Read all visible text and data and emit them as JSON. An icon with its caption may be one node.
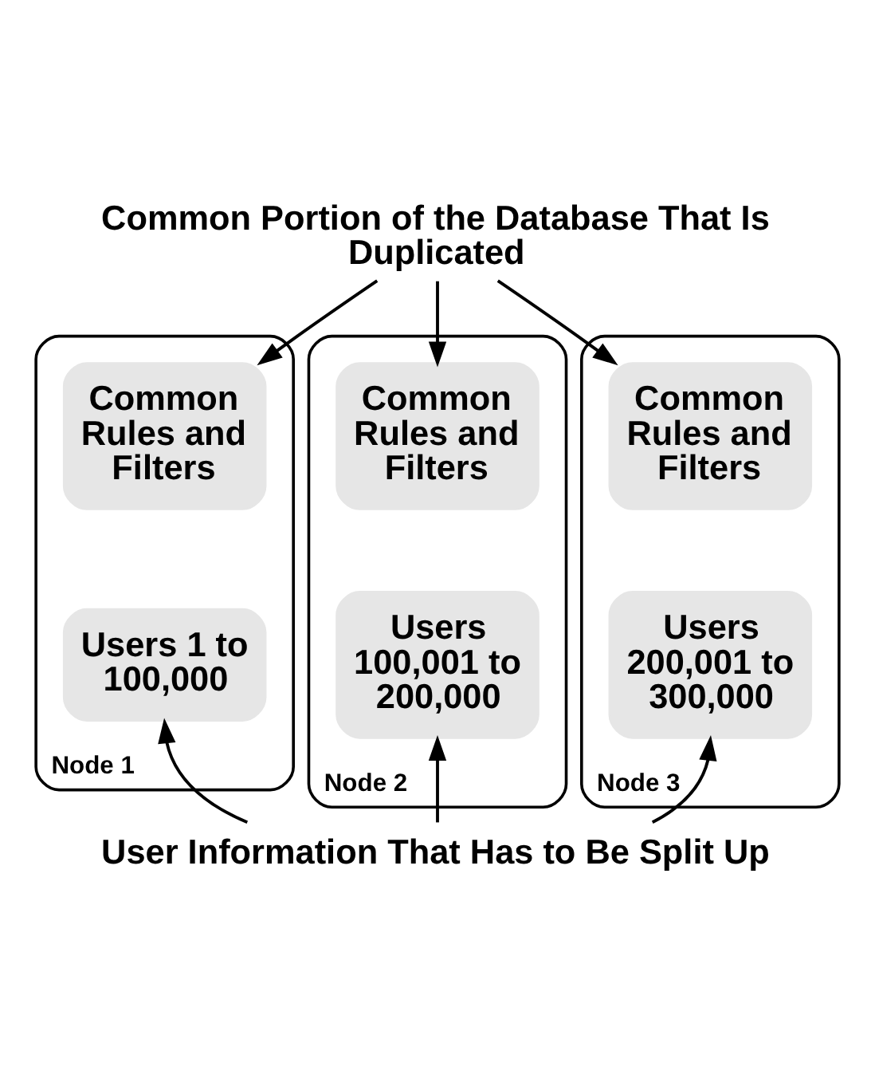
{
  "diagram": {
    "nodes": [
      {
        "text": [
          "Common Portion of the Database That Is Duplicated"
        ]
      },
      {
        "text": [
          "Node 1"
        ]
      },
      {
        "text": [
          "Common Rules and Filters"
        ],
        "in": 1
      },
      {
        "text": [
          "Users 1 to 100,000"
        ],
        "in": 1
      },
      {
        "text": [
          "Node 2"
        ]
      },
      {
        "text": [
          "Common Rules and Filters"
        ],
        "in": 4
      },
      {
        "text": [
          "Users 100,001 to 200,000"
        ],
        "in": 4
      },
      {
        "text": [
          "Node 3"
        ]
      },
      {
        "text": [
          "Common Rules and Filters"
        ],
        "in": 7
      },
      {
        "text": [
          "Users 200,001 to 300,000"
        ],
        "in": 7
      },
      {
        "text": [
          "User Information That Has to Be Split Up"
        ]
      }
    ],
    "edges": [
      {
        "from": 0,
        "to": 2,
        "arrow": "to"
      },
      {
        "from": 0,
        "to": 5,
        "arrow": "to"
      },
      {
        "from": 0,
        "to": 8,
        "arrow": "to"
      },
      {
        "from": 10,
        "to": 3,
        "arrow": "to"
      },
      {
        "from": 10,
        "to": 6,
        "arrow": "to"
      },
      {
        "from": 10,
        "to": 9,
        "arrow": "to"
      }
    ]
  }
}
